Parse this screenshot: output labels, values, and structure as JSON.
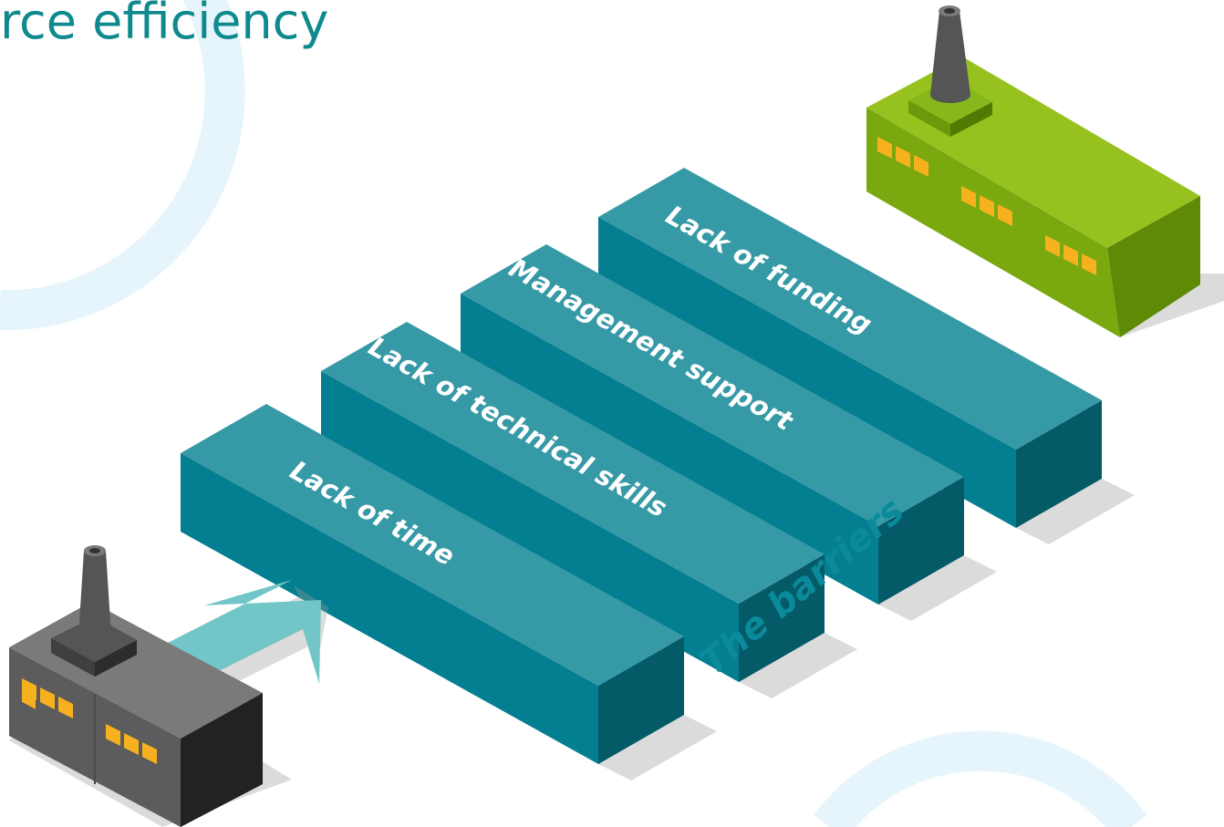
{
  "heading": "rce efficiency",
  "caption": "The barriers",
  "barriers": [
    "Lack of time",
    "Lack of technical skills",
    "Management support",
    "Lack of funding"
  ],
  "icons": {
    "start": "grey-factory-icon",
    "end": "green-factory-icon",
    "arrow": "right-up-arrow-icon"
  },
  "colors": {
    "heading": "#0e8a8e",
    "bar_top": "#3699a6",
    "bar_left": "#047f91",
    "bar_right": "#045a67",
    "caption": "#0a8a9a",
    "arrow": "#72c6c8",
    "bg_circle": "#e6f5fb",
    "factory_grey": "#5c5c5c",
    "factory_green": "#86b81c",
    "window": "#f7b11f"
  }
}
